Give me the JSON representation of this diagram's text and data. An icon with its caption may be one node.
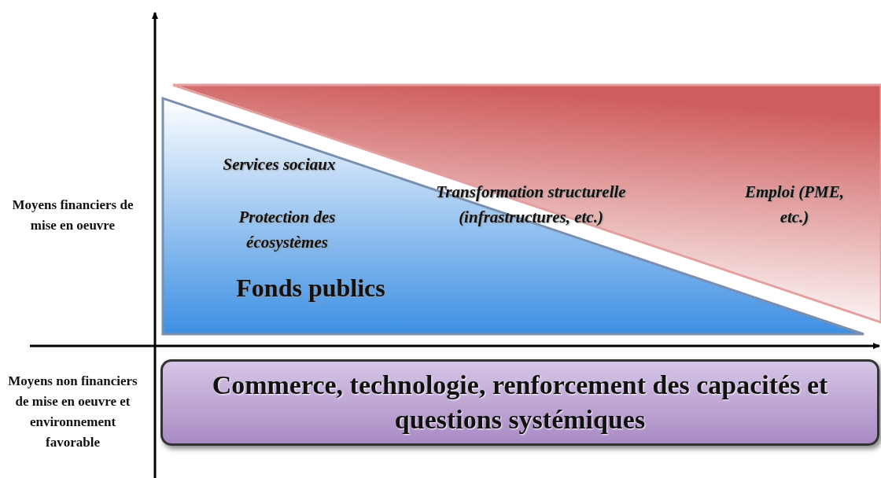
{
  "diagram": {
    "nodes": [
      {
        "text": [
          "Services sociaux",
          "Protection des écosystèmes",
          "Fonds publics"
        ]
      },
      {
        "text": [
          "Transformation structurelle (infrastructures, etc.)",
          "Emploi (PME, etc.)"
        ]
      },
      {
        "text": [
          "Commerce, technologie, renforcement des capacités et questions systémiques"
        ]
      }
    ],
    "labels": [
      "Moyens financiers de mise en oeuvre",
      "Moyens non financiers de mise en oeuvre et environnement favorable"
    ]
  }
}
